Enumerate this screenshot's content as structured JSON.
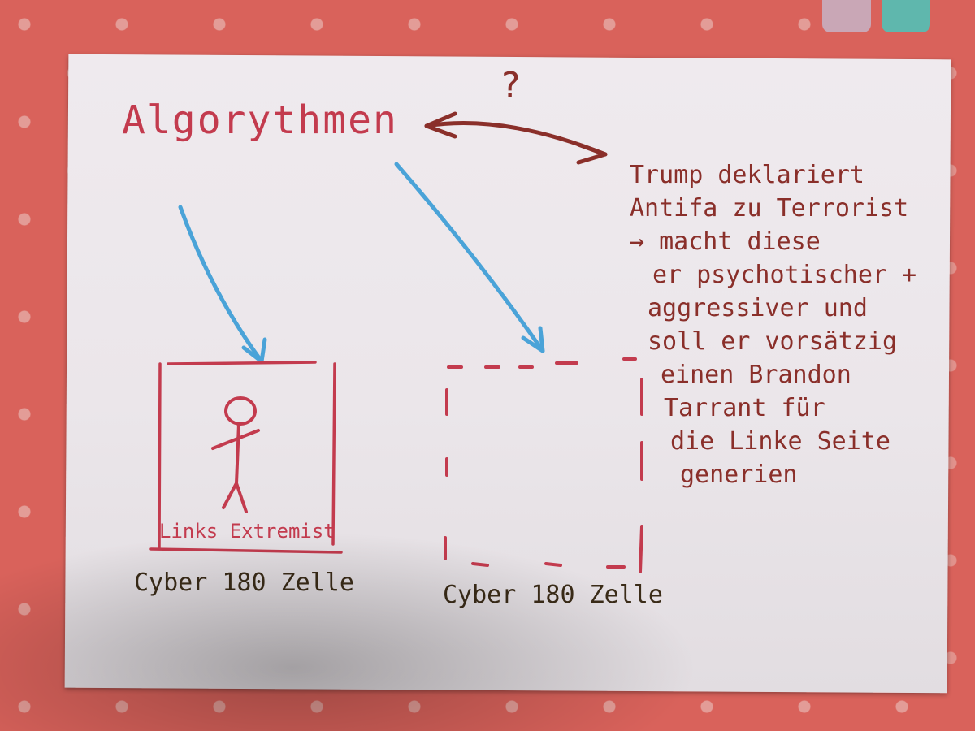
{
  "photo": {
    "heading": "Algorythmen",
    "question_mark": "?",
    "note_lines": [
      "Trump deklariert",
      "Antifa zu Terrorist",
      "→ macht diese",
      "er psychotischer +",
      "aggressiver und",
      "soll er vorsätzig",
      "einen Brandon",
      "Tarrant für",
      "die Linke Seite",
      "generien"
    ],
    "left_box_label": "Links Extremist",
    "left_caption": "Cyber 180 Zelle",
    "right_caption": "Cyber 180 Zelle",
    "colors": {
      "tablecloth": "#d9625b",
      "paper": "#ece7eb",
      "red_ink": "#c33b4e",
      "brown_ink": "#8a2f2a",
      "blue_ink": "#4aa3d8",
      "dark_ink": "#3b2c18"
    }
  }
}
